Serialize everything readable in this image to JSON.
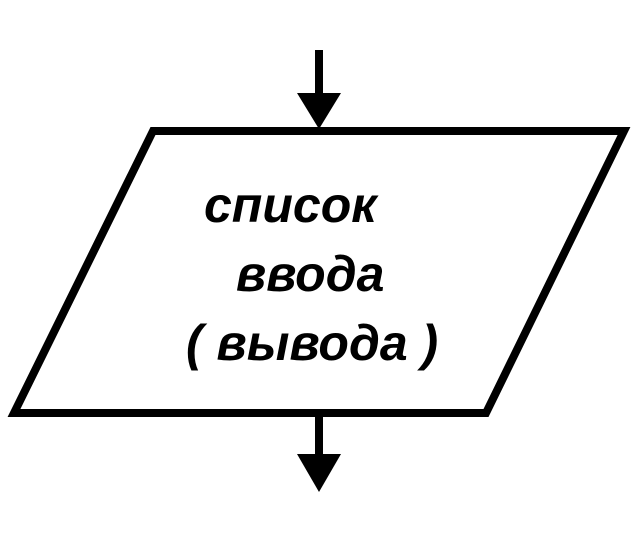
{
  "block": {
    "shape": "parallelogram",
    "meaning": "input-output",
    "line1": "список",
    "line2": "ввода",
    "line3": "( вывода )"
  },
  "colors": {
    "stroke": "#000000",
    "fill": "#ffffff",
    "background": "#ffffff"
  },
  "connectors": {
    "incoming": "arrow-down",
    "outgoing": "arrow-down"
  }
}
